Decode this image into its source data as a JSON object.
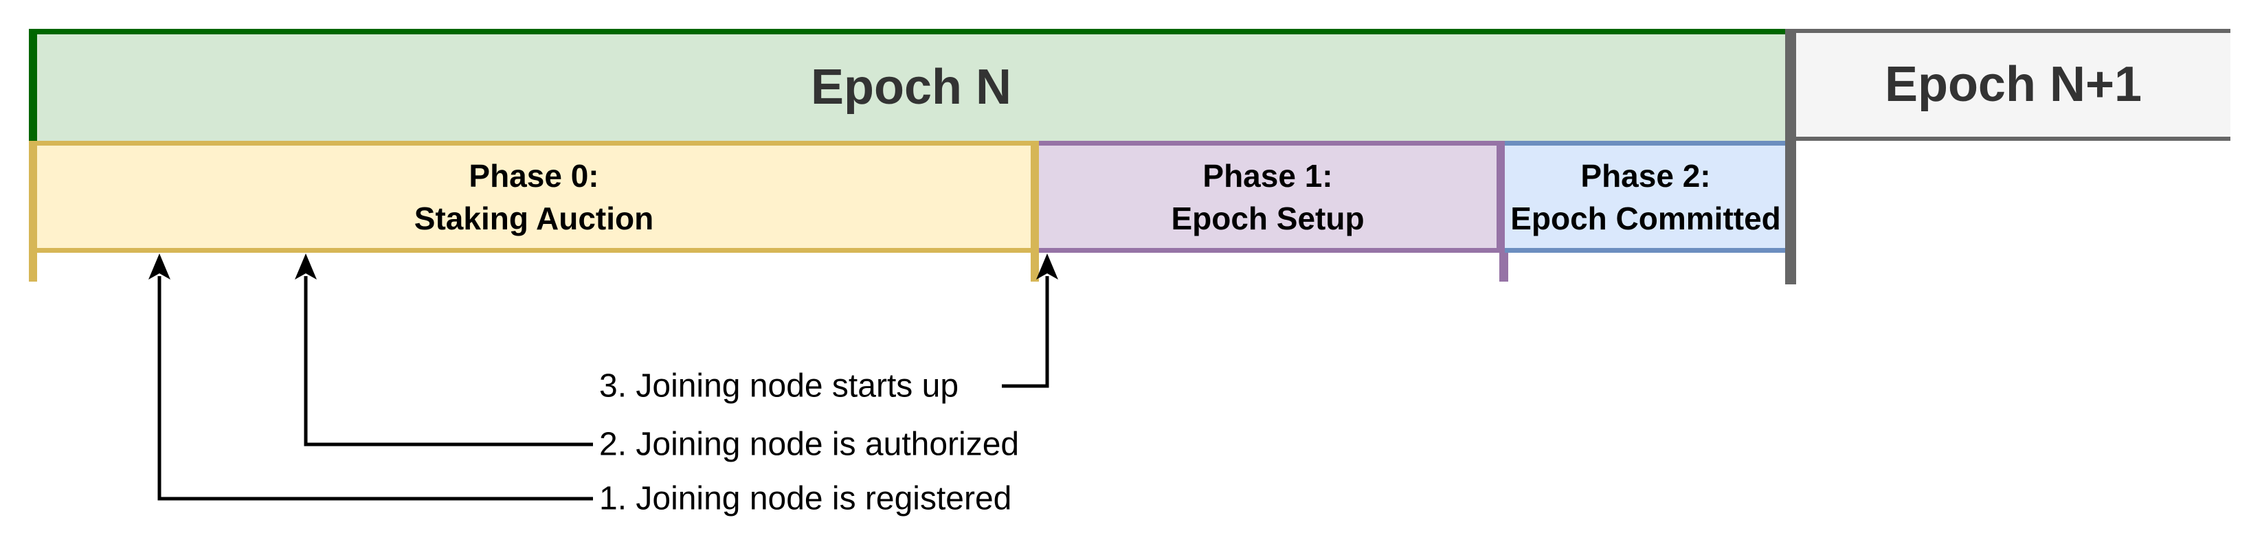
{
  "epochs": [
    {
      "label": "Epoch N"
    },
    {
      "label": "Epoch N+1"
    }
  ],
  "phases": [
    {
      "line1": "Phase 0:",
      "line2": "Staking Auction"
    },
    {
      "line1": "Phase 1:",
      "line2": "Epoch Setup"
    },
    {
      "line1": "Phase 2:",
      "line2": "Epoch Committed"
    }
  ],
  "annotations": [
    {
      "label": "1. Joining node is registered"
    },
    {
      "label": "2. Joining node is authorized"
    },
    {
      "label": "3. Joining node starts up"
    }
  ],
  "colors": {
    "epoch_n_fill": "#d5e8d4",
    "epoch_n_border": "#006600",
    "epoch_next_fill": "#f5f5f5",
    "epoch_next_border": "#666666",
    "epoch_divider": "#666666",
    "phase0_fill": "#fff2cc",
    "phase0_border": "#d6b656",
    "phase1_fill": "#e1d5e7",
    "phase1_border": "#9673a6",
    "phase2_fill": "#dae8fc",
    "phase2_border": "#6c8ebf",
    "epoch_text": "#333333",
    "phase_text": "#000000",
    "arrow": "#000000"
  }
}
